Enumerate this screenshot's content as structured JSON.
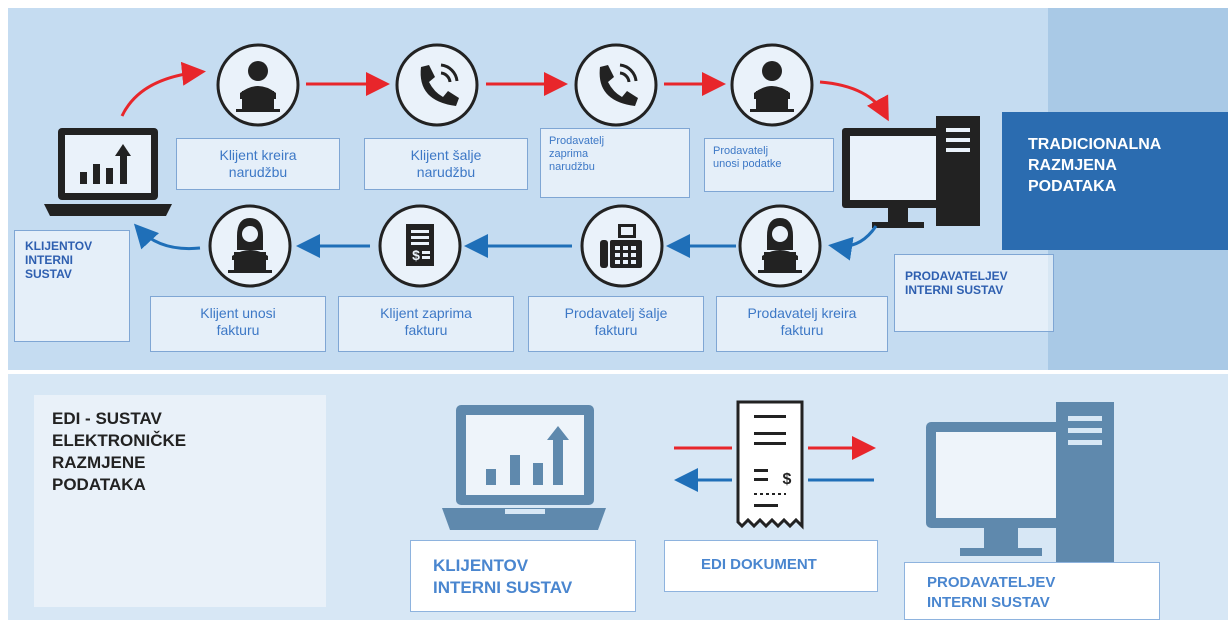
{
  "traditional": {
    "title": "TRADICIONALNA\nRAZMJENA\nPODATAKA",
    "client_system": "KLIJENTOV\nINTERNI\nSUSTAV",
    "seller_system": "PRODAVATELJEV\nINTERNI SUSTAV",
    "steps_top": [
      {
        "label": "Klijent kreira\nnarudžbu",
        "icon": "person-laptop-icon"
      },
      {
        "label": "Klijent šalje\nnarudžbu",
        "icon": "phone-icon"
      },
      {
        "label": "Prodavatelj\nzaprima\nnarudžbu",
        "icon": "phone-icon"
      },
      {
        "label": "Prodavatelj\nunosi podatke",
        "icon": "person-laptop-icon"
      }
    ],
    "steps_bottom": [
      {
        "label": "Klijent unosi\nfakturu",
        "icon": "woman-laptop-icon"
      },
      {
        "label": "Klijent zaprima\nfakturu",
        "icon": "invoice-icon"
      },
      {
        "label": "Prodavatelj šalje\nfakturu",
        "icon": "fax-icon"
      },
      {
        "label": "Prodavatelj kreira\nfakturu",
        "icon": "woman-laptop-icon"
      }
    ],
    "colors": {
      "forward": "#e8262b",
      "backward": "#1f6fb8",
      "icon_bg": "#eaf2fa",
      "icon_fg": "#222222"
    }
  },
  "edi": {
    "title": "EDI - SUSTAV\nELEKTRONIČKE\nRAZMJENE\nPODATAKA",
    "client_label": "KLIJENTOV\nINTERNI SUSTAV",
    "document_label": "EDI DOKUMENT",
    "seller_label": "PRODAVATELJEV\nINTERNI SUSTAV",
    "colors": {
      "device": "#5f89ad",
      "title_box": "#2b6cb0"
    }
  }
}
